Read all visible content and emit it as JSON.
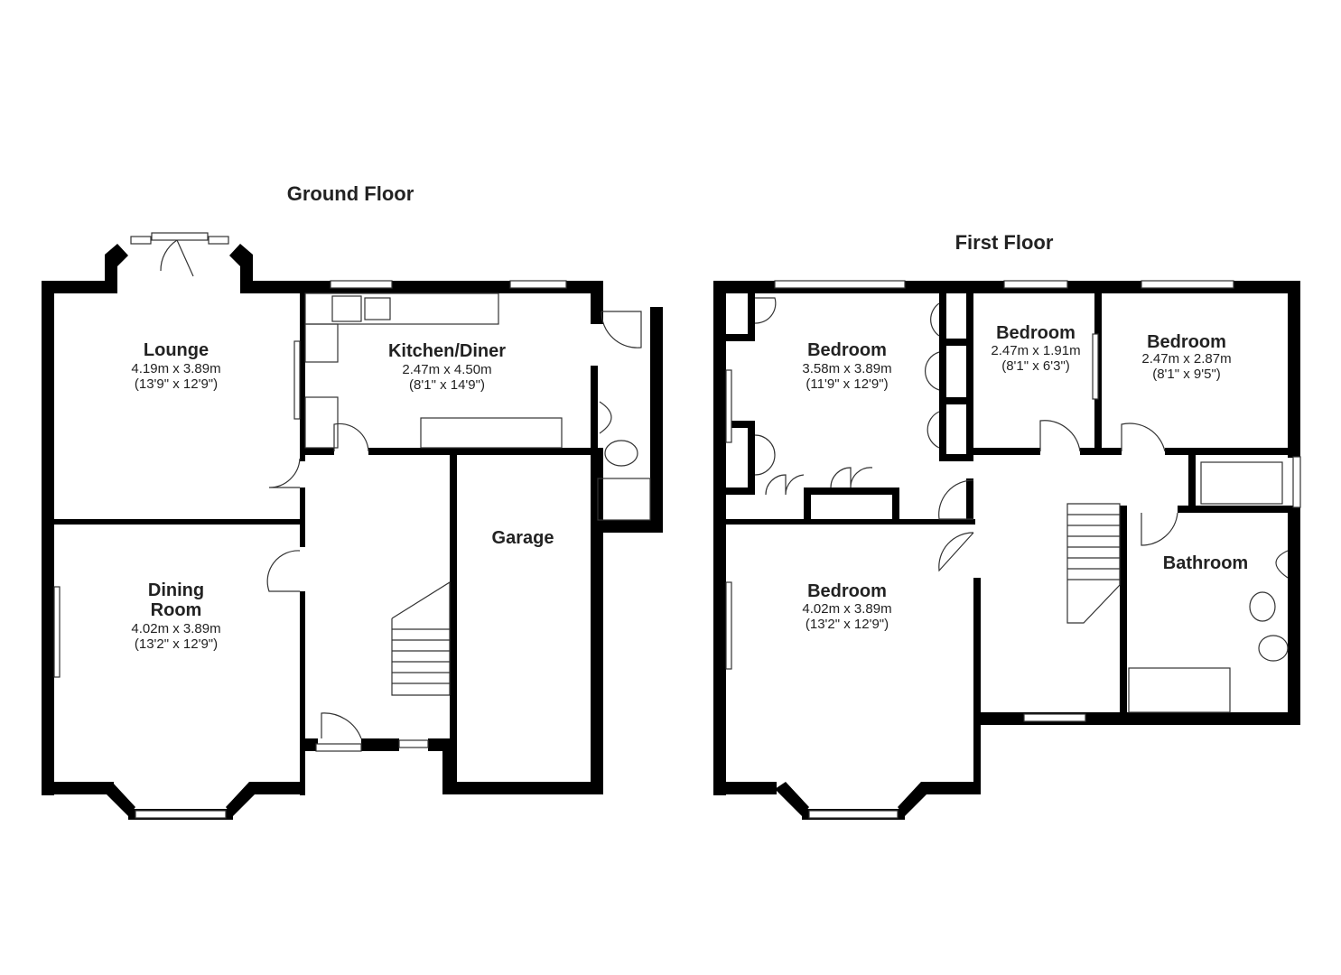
{
  "floors": [
    {
      "title": "Ground Floor",
      "rooms": [
        {
          "name": "Lounge",
          "metric": "4.19m x 3.89m",
          "imperial": "(13'9\" x 12'9\")"
        },
        {
          "name": "Kitchen/Diner",
          "metric": "2.47m x 4.50m",
          "imperial": "(8'1\" x 14'9\")"
        },
        {
          "name_line1": "Dining",
          "name_line2": "Room",
          "metric": "4.02m x 3.89m",
          "imperial": "(13'2\" x 12'9\")"
        },
        {
          "name": "Garage"
        }
      ]
    },
    {
      "title": "First Floor",
      "rooms": [
        {
          "name": "Bedroom",
          "metric": "3.58m x 3.89m",
          "imperial": "(11'9\" x 12'9\")"
        },
        {
          "name": "Bedroom",
          "metric": "2.47m x 1.91m",
          "imperial": "(8'1\" x 6'3\")"
        },
        {
          "name": "Bedroom",
          "metric": "2.47m x 2.87m",
          "imperial": "(8'1\" x 9'5\")"
        },
        {
          "name": "Bedroom",
          "metric": "4.02m x 3.89m",
          "imperial": "(13'2\" x 12'9\")"
        },
        {
          "name": "Bathroom"
        }
      ]
    }
  ],
  "colors": {
    "wall": "#000000",
    "line": "#333333",
    "background": "#ffffff"
  }
}
